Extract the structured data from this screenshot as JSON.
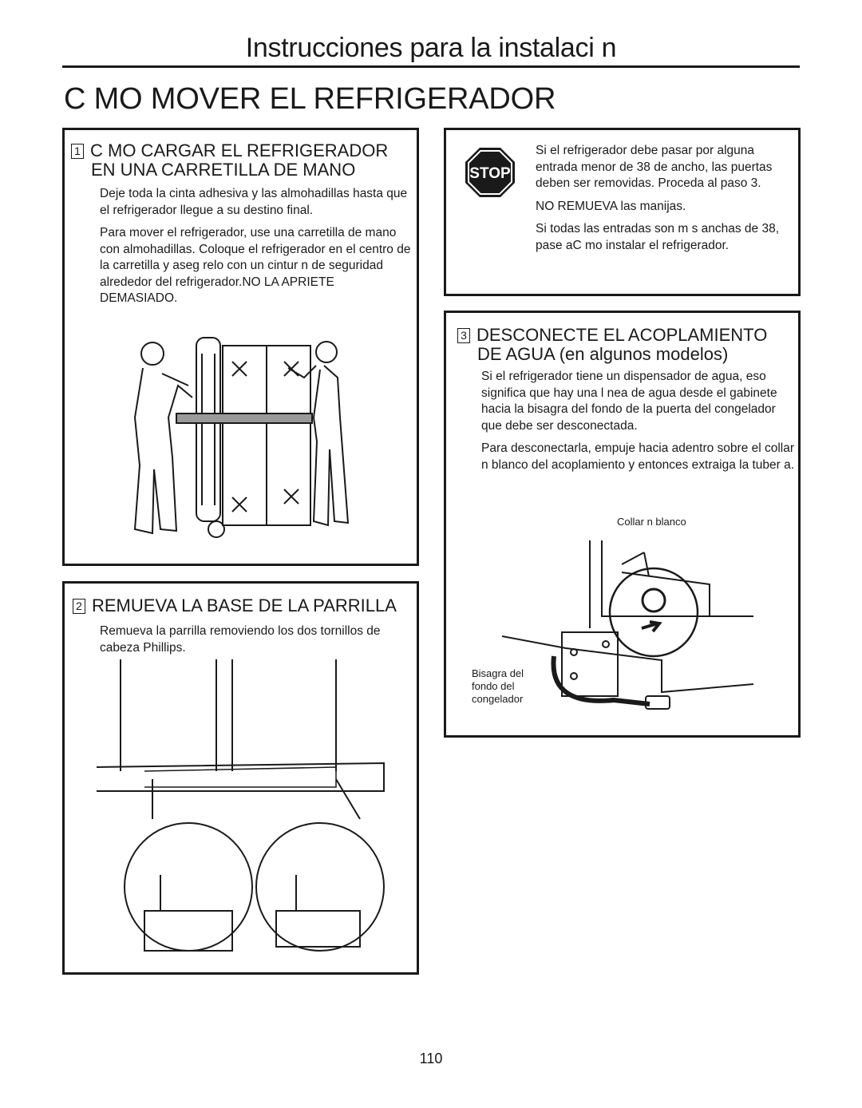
{
  "header": {
    "title": "Instrucciones para la instalaci n"
  },
  "main": {
    "title": "C MO MOVER EL REFRIGERADOR"
  },
  "step1": {
    "number": "1",
    "title_line1": "C MO CARGAR EL REFRIGERADOR",
    "title_line2": "EN UNA CARRETILLA DE MANO",
    "paragraph1": "Deje toda la cinta adhesiva y las almohadillas hasta que el refrigerador llegue a su destino final.",
    "paragraph2": "Para mover el refrigerador, use una carretilla de mano con almohadillas. Coloque el refrigerador en el centro de la carretilla y aseg relo con un cintur n de seguridad alrededor del refrigerador.NO LA APRIETE DEMASIADO."
  },
  "stop_box": {
    "sign": "STOP",
    "paragraph1": "Si el refrigerador debe pasar por alguna entrada menor de 38 de ancho, las puertas deben ser removidas. Proceda al paso 3.",
    "paragraph2": "NO REMUEVA las manijas.",
    "paragraph3": "Si todas las entradas son m s anchas de 38, pase aC mo instalar el refrigerador."
  },
  "step2": {
    "number": "2",
    "title": "REMUEVA LA BASE DE LA PARRILLA",
    "paragraph1": "Remueva la parrilla removiendo los dos tornillos de cabeza Phillips."
  },
  "step3": {
    "number": "3",
    "title_line1": "DESCONECTE EL ACOPLAMIENTO",
    "title_line2": "DE AGUA (en algunos modelos)",
    "paragraph1": "Si el refrigerador tiene un dispensador de agua, eso significa que hay una l nea de agua desde el gabinete hacia la bisagra del fondo de la puerta del congelador que debe ser desconectada.",
    "paragraph2": "Para desconectarla, empuje hacia adentro sobre el collar n blanco del acoplamiento y entonces extraiga la tuber a.",
    "label_collar": "Collar n blanco",
    "label_hinge": "Bisagra del fondo del congelador"
  },
  "footer": {
    "page_number": "110"
  }
}
